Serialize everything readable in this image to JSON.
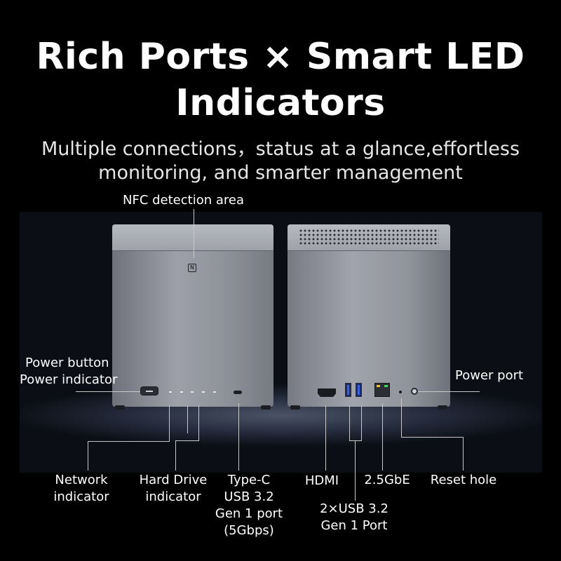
{
  "title": "Rich Ports × Smart LED Indicators",
  "subtitle": "Multiple connections，status at a glance,effortless monitoring, and smarter management",
  "labels": {
    "nfc": "NFC detection area",
    "power_button": "Power button",
    "power_indicator": "Power indicator",
    "power_port": "Power port",
    "network": [
      "Network",
      "indicator"
    ],
    "hard_drive": [
      "Hard Drive",
      "indicator"
    ],
    "type_c": [
      "Type-C",
      "USB 3.2",
      "Gen 1 port",
      "(5Gbps)"
    ],
    "hdmi": "HDMI",
    "lan": "2.5GbE",
    "reset": "Reset hole",
    "usb": [
      "2×USB 3.2",
      "Gen 1 Port"
    ]
  },
  "nfc_glyph": "N",
  "colors": {
    "background": "#000000",
    "text": "#ffffff",
    "usb_blue": "#3b62d6"
  }
}
